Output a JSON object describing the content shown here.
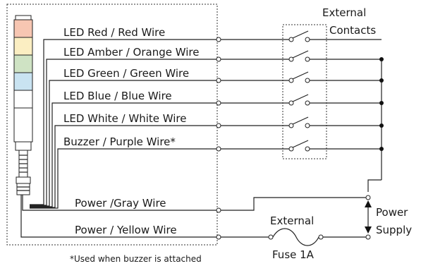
{
  "title": "",
  "wire_labels": {
    "red": "LED Red / Red Wire",
    "amber": "LED Amber / Orange Wire",
    "green": "LED Green / Green Wire",
    "blue": "LED Blue / Blue Wire",
    "white": "LED White / White Wire",
    "buzzer": "Buzzer / Purple Wire*",
    "gray": "Power /Gray Wire",
    "yellow": "Power / Yellow Wire"
  },
  "external_contacts": {
    "line1": "External",
    "line2": "Contacts"
  },
  "power_supply": {
    "line1": "Power",
    "line2": "Supply"
  },
  "fuse": {
    "line1": "External",
    "line2": "Fuse 1A"
  },
  "footnote": "*Used when buzzer is attached",
  "light_tower": {
    "segments": [
      {
        "name": "red",
        "color": "#f7c6b2"
      },
      {
        "name": "amber",
        "color": "#fbeec2"
      },
      {
        "name": "green",
        "color": "#cfe3c4"
      },
      {
        "name": "blue",
        "color": "#c9e3f1"
      },
      {
        "name": "white",
        "color": "#ffffff"
      },
      {
        "name": "clear",
        "color": "#ffffff"
      }
    ]
  }
}
